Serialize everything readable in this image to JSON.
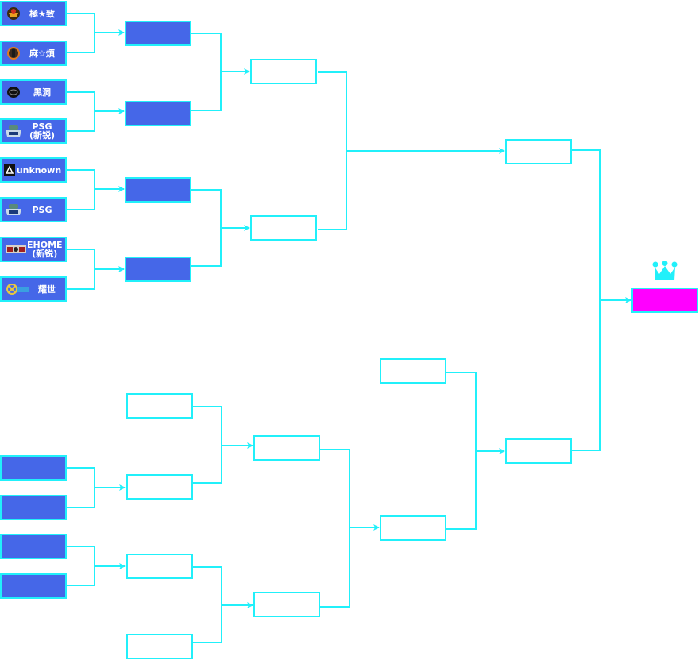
{
  "colors": {
    "line": "#21f0fa",
    "team_fill": "#4567e8",
    "final_fill": "#ff00ff",
    "empty_fill": "#ffffff"
  },
  "upper_bracket": {
    "round1": [
      {
        "name": "極★致",
        "logo": "jizhi-logo"
      },
      {
        "name": "麻☆煩",
        "logo": "mafan-logo"
      },
      {
        "name": "黑洞",
        "logo": "heidong-logo"
      },
      {
        "name": "PSG\n(新锐)",
        "logo": "psg-logo"
      },
      {
        "name": "unknown",
        "logo": "unknown-logo"
      },
      {
        "name": "PSG",
        "logo": "psg-logo"
      },
      {
        "name": "EHOME\n(新锐)",
        "logo": "ehome-logo"
      },
      {
        "name": "耀世",
        "logo": "yaoshi-logo"
      }
    ],
    "round2": [
      "",
      "",
      "",
      ""
    ],
    "semifinal": [
      "",
      ""
    ],
    "final": [
      ""
    ]
  },
  "lower_bracket": {
    "round1": [
      "",
      "",
      "",
      ""
    ],
    "round2": [
      "",
      "",
      "",
      ""
    ],
    "round3": [
      "",
      ""
    ],
    "round4": [
      "",
      ""
    ],
    "final": [
      ""
    ]
  },
  "grand_final": {
    "winner": "",
    "icon": "crown-icon"
  }
}
